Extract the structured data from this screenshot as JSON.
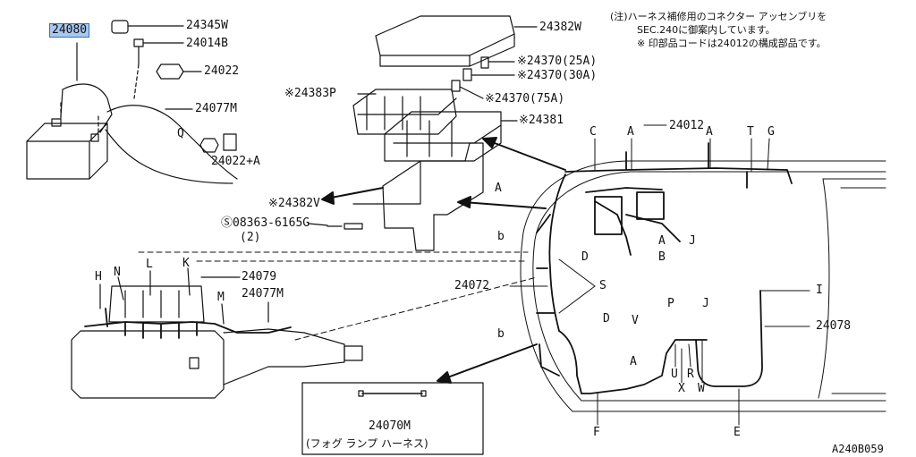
{
  "notes": {
    "line1": "(注)ハーネス補修用のコネクター アッセンブリを",
    "line2": "SEC.240に御案内しています。",
    "line3": "※ 印部品コードは24012の構成部品です。"
  },
  "parts": {
    "p24080": "24080",
    "p24345W": "24345W",
    "p24014B": "24014B",
    "p24022": "24022",
    "p24077M_top": "24077M",
    "pQ": "Q",
    "p24022A": "24022+A",
    "p24382W": "24382W",
    "p24370_25": "※24370(25A)",
    "p24370_30": "※24370(30A)",
    "p24370_75": "※24370(75A)",
    "p24383P": "※24383P",
    "p24381": "※24381",
    "p24382V": "※24382V",
    "bolt": "08363-6165G",
    "bolt_qty": "(2)",
    "p24012": "24012",
    "p24079": "24079",
    "p24077M_eng": "24077M",
    "p24072": "24072",
    "p24078": "24078",
    "p24070M": "24070M",
    "fog": "(フォグ ランプ ハーネス)",
    "figure_code": "A240B059"
  },
  "letters": {
    "C": "C",
    "A1": "A",
    "A2": "A",
    "T": "T",
    "G": "G",
    "A3": "A",
    "b1": "b",
    "A4": "A",
    "J1": "J",
    "D1": "D",
    "B": "B",
    "S": "S",
    "D2": "D",
    "b2": "b",
    "V": "V",
    "P": "P",
    "J2": "J",
    "A5": "A",
    "U": "U",
    "R": "R",
    "X": "X",
    "W": "W",
    "I": "I",
    "F": "F",
    "E": "E",
    "H": "H",
    "N": "N",
    "L": "L",
    "K": "K",
    "M": "M"
  }
}
